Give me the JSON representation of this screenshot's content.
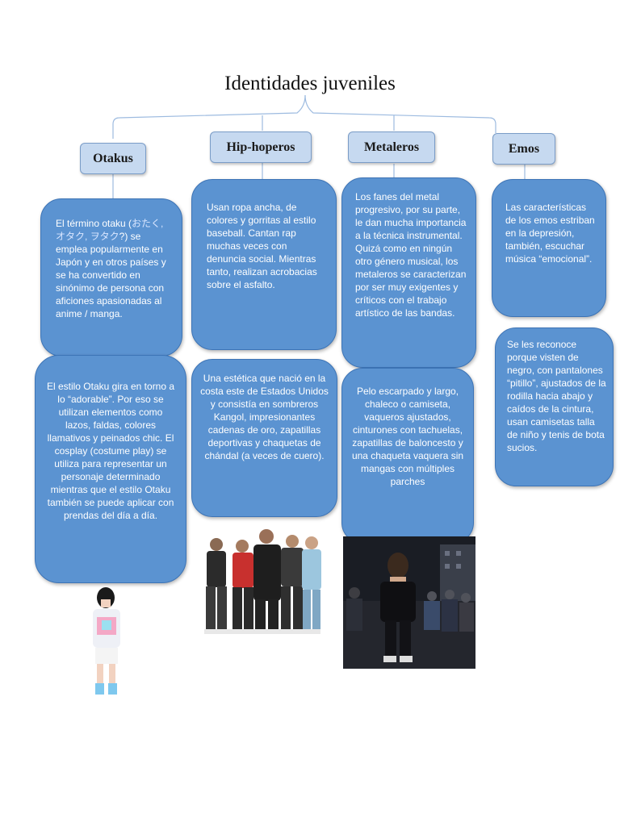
{
  "title": "Identidades juveniles",
  "categories": [
    {
      "name": "Otakus",
      "description_parts": [
        "El término otaku (",
        "おたく, オタク, ヲタク",
        "?) se emplea popularmente en Japón y en otros países y se ha convertido en sinónimo de persona con aficiones apasionadas al anime / manga."
      ],
      "detail": "El estilo Otaku gira en torno a lo “adorable”. Por eso se utilizan elementos como lazos, faldas, colores llamativos y peinados chic. El cosplay (costume play) se utiliza para representar un personaje determinado mientras que el estilo Otaku también se puede aplicar con prendas del día a día."
    },
    {
      "name": "Hip-hoperos",
      "description": "Usan ropa ancha, de colores y gorritas al estilo baseball. Cantan rap muchas veces con denuncia social. Mientras tanto, realizan acrobacias sobre el asfalto.",
      "detail": "Una estética que nació en la costa este de Estados Unidos y consistía en sombreros Kangol, impresionantes cadenas de oro, zapatillas deportivas y chaquetas de chándal (a veces de cuero)."
    },
    {
      "name": "Metaleros",
      "description": "Los fanes del metal progresivo, por su parte, le dan mucha importancia a la técnica instrumental. Quizá como en ningún otro género musical, los metaleros se caracterizan por ser muy exigentes y críticos con el trabajo artístico de las bandas.",
      "detail": "Pelo escarpado y largo, chaleco o camiseta, vaqueros ajustados, cinturones con tachuelas, zapatillas de baloncesto y una chaqueta vaquera sin mangas con múltiples parches"
    },
    {
      "name": "Emos",
      "description": "Las características de los emos estriban en la depresión, también, escuchar música “emocional”.",
      "detail": "Se les reconoce porque visten de negro, con pantalones “pitillo”, ajustados de la rodilla hacia abajo y caídos de la cintura, usan camisetas talla de niño y tenis de bota sucios."
    }
  ],
  "colors": {
    "box": "#5b93d1",
    "header": "#c6d9f0",
    "connector": "#9dbbe0"
  }
}
